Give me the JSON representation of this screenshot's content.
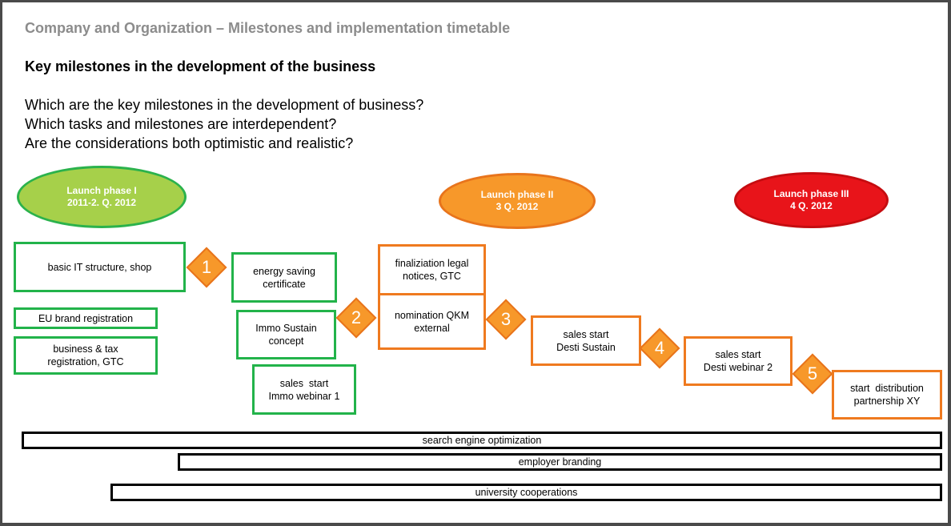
{
  "header": {
    "title": "Company and Organization – Milestones and implementation timetable",
    "subtitle": "Key milestones in the development of the business",
    "questions": [
      "Which are the key milestones in the development of business?",
      "Which tasks and milestones are interdependent?",
      "Are the considerations both optimistic and realistic?"
    ]
  },
  "phases": [
    {
      "name": "Launch phase I",
      "period": "2011-2. Q. 2012",
      "color": "#a6d04a"
    },
    {
      "name": "Launch phase II",
      "period": "3 Q. 2012",
      "color": "#f7982a"
    },
    {
      "name": "Launch phase III",
      "period": "4 Q. 2012",
      "color": "#e8141a"
    }
  ],
  "tasks": {
    "basic_it": {
      "l1": "basic IT structure, shop"
    },
    "eu_brand": {
      "l1": "EU brand registration"
    },
    "business_tax": {
      "l1": "business & tax",
      "l2": "registration, GTC"
    },
    "energy_saving": {
      "l1": "energy saving",
      "l2": "certificate"
    },
    "immo_sustain": {
      "l1": "Immo Sustain",
      "l2": "concept"
    },
    "immo_webinar": {
      "l1": "sales  start",
      "l2": "Immo webinar 1"
    },
    "legal_notices": {
      "l1": "finaliziation legal",
      "l2": "notices, GTC"
    },
    "qkm": {
      "l1": "nomination QKM",
      "l2": "external"
    },
    "desti_sustain": {
      "l1": "sales start",
      "l2": "Desti Sustain"
    },
    "desti_webinar": {
      "l1": "sales start",
      "l2": "Desti webinar 2"
    },
    "distribution": {
      "l1": "start  distribution",
      "l2": "partnership XY"
    }
  },
  "milestones": [
    "1",
    "2",
    "3",
    "4",
    "5"
  ],
  "bars": [
    "search engine optimization",
    "employer branding",
    "university cooperations"
  ],
  "colors": {
    "green_border": "#22b34a",
    "orange_border": "#ef7a1f",
    "diamond": "#f7982a"
  }
}
